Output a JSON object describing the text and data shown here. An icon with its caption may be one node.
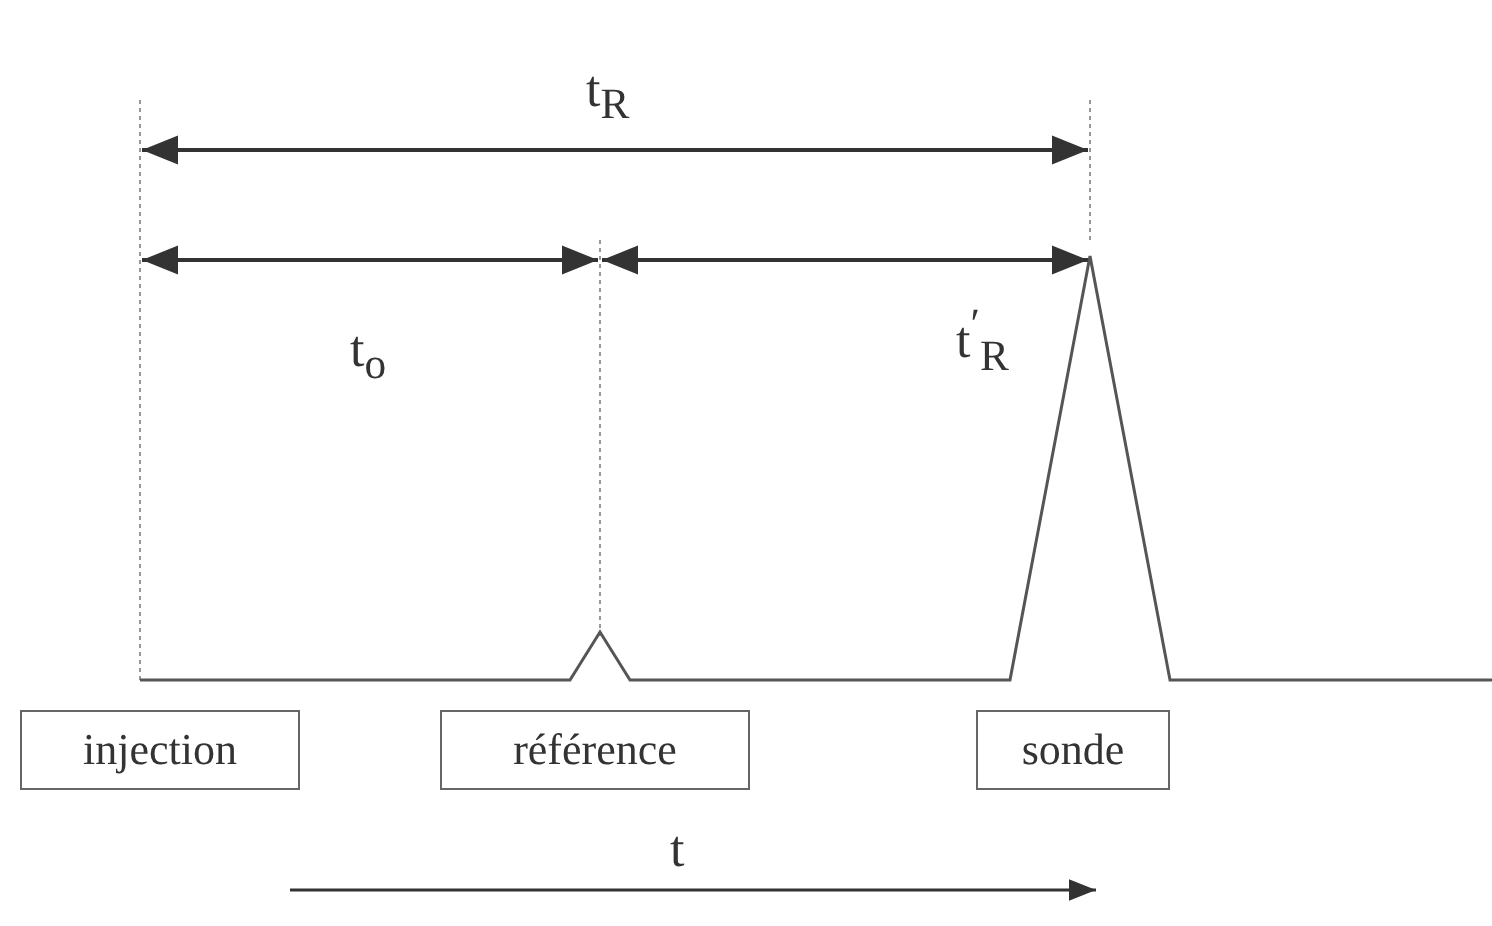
{
  "diagram": {
    "nodes": [
      {
        "text": [
          "injection"
        ]
      },
      {
        "text": [
          "référence"
        ]
      },
      {
        "text": [
          "sonde"
        ]
      }
    ],
    "edges": [],
    "labels": [
      "t$_{R}$",
      "t$_{o}$",
      "t$^{′}$$_{R}$",
      "t"
    ]
  }
}
